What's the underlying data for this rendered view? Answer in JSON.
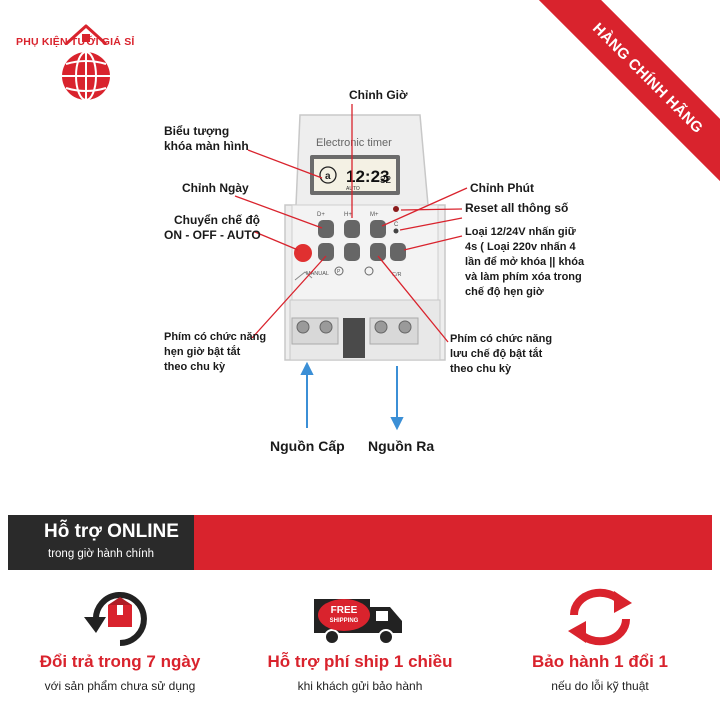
{
  "brand": {
    "name": "PHỤ KIỆN TƯỚI GIÁ SỈ",
    "ribbon": "HÀNG CHÍNH HÃNG"
  },
  "device": {
    "panel_title": "Electronic timer",
    "lcd_time": "12:23",
    "lcd_seconds": "32",
    "lcd_mode": "AUTO",
    "top_button_labels": [
      "D+",
      "H+",
      "M+"
    ],
    "bottom_labels": [
      "MANUAL",
      "P",
      "C/R"
    ],
    "reset_dot_label": "C"
  },
  "annotations": {
    "adjust_hour": "Chỉnh Giờ",
    "lock_icon": [
      "Biểu tượng",
      "khóa màn hình"
    ],
    "adjust_day": "Chỉnh Ngày",
    "adjust_minute": "Chỉnh Phút",
    "reset_all": "Reset all thông số",
    "mode_switch": [
      "Chuyển chế độ",
      "ON - OFF - AUTO"
    ],
    "unlock_note": [
      "Loại 12/24V nhấn giữ",
      "4s ( Loại 220v nhấn 4",
      "lần để mở khóa || khóa",
      "và làm phím xóa trong",
      "chế độ hẹn giờ"
    ],
    "timer_key": [
      "Phím có chức năng",
      "hẹn giờ bật tắt",
      "theo chu kỳ"
    ],
    "save_key": [
      "Phím có chức năng",
      "lưu chế độ bật tắt",
      "theo chu kỳ"
    ],
    "power_in": "Nguồn Cấp",
    "power_out": "Nguồn Ra"
  },
  "support": {
    "title": "Hỗ trợ ONLINE",
    "subtitle": "trong giờ hành chính"
  },
  "features": [
    {
      "icon": "return-box-icon",
      "title": "Đổi trả trong 7 ngày",
      "subtitle": "với sản phẩm chưa sử dụng"
    },
    {
      "icon": "free-shipping-truck-icon",
      "title": "Hỗ trợ phí ship 1 chiều",
      "subtitle": "khi khách gửi bảo hành",
      "badge": "FREE SHIPPING"
    },
    {
      "icon": "exchange-arrows-icon",
      "title": "Bảo hành 1 đổi 1",
      "subtitle": "nếu do lỗi kỹ thuật"
    }
  ],
  "colors": {
    "accent": "#d9232d",
    "dark": "#2a2a2a",
    "arrow_blue": "#3b8fd6"
  }
}
